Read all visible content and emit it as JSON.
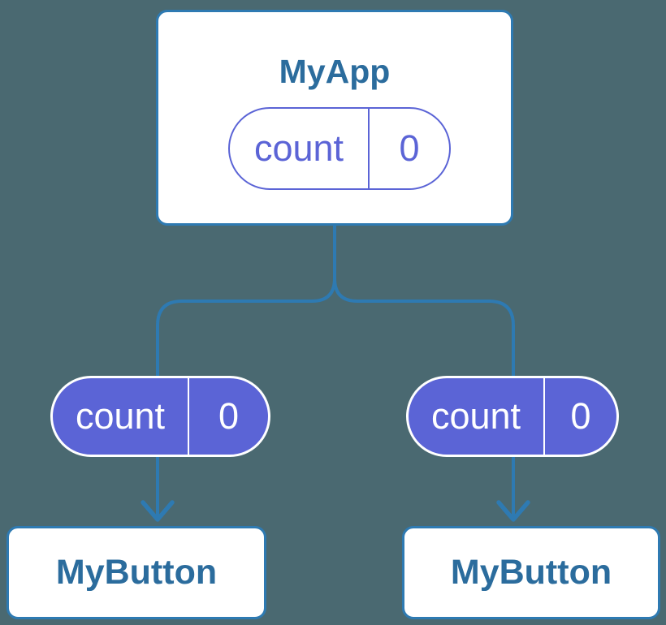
{
  "diagram": {
    "description": "React component tree passing a prop from parent to children",
    "colors": {
      "background": "#4a6971",
      "connector_blue": "#2e7ab2",
      "title_blue": "#2b6c9d",
      "prop_purple": "#5b64d6",
      "card_fill": "#ffffff"
    },
    "root": {
      "title": "MyApp",
      "prop": {
        "name": "count",
        "value": "0"
      }
    },
    "children": [
      {
        "title": "MyButton",
        "prop": {
          "name": "count",
          "value": "0"
        }
      },
      {
        "title": "MyButton",
        "prop": {
          "name": "count",
          "value": "0"
        }
      }
    ]
  }
}
